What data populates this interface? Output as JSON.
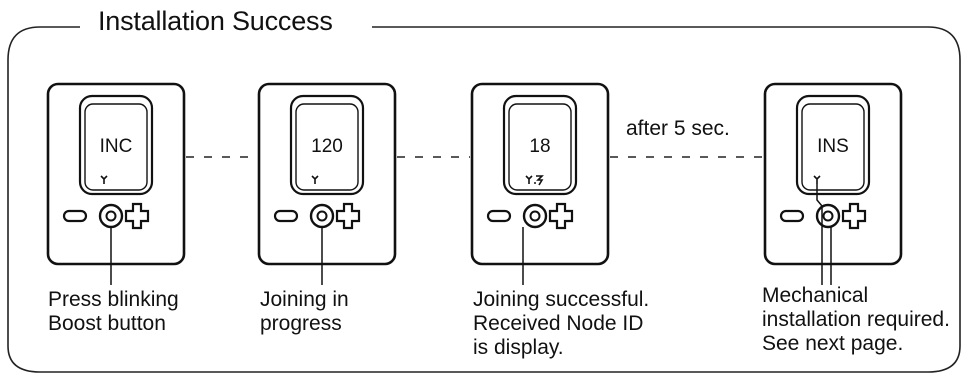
{
  "title": "Installation Success",
  "devices": [
    {
      "display": "INC",
      "caption": "Press blinking\nBoost button"
    },
    {
      "display": "120",
      "caption": "Joining in\nprogress"
    },
    {
      "display": "18",
      "caption": "Joining successful.\nReceived Node ID\nis display."
    },
    {
      "display": "INS",
      "caption": "Mechanical\ninstallation required.\nSee next page."
    }
  ],
  "transition_note": "after 5 sec.",
  "icons": [
    "antenna-icon",
    "minus-icon",
    "boost-button-icon",
    "plus-icon"
  ]
}
